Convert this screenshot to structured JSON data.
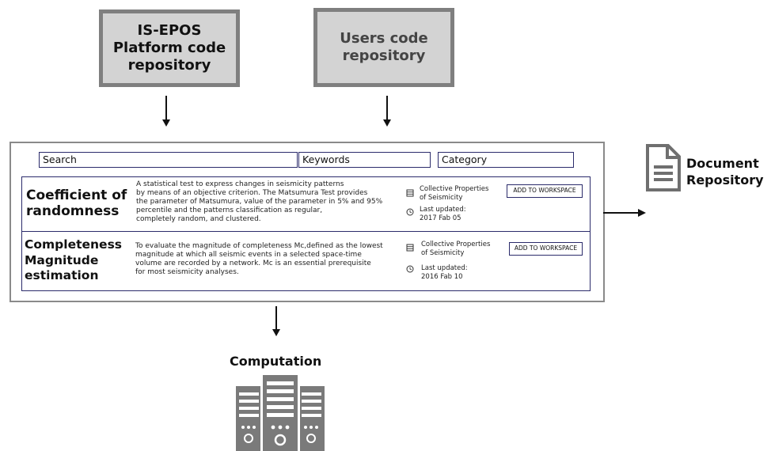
{
  "repositories": {
    "platform": {
      "lines": [
        "IS-EPOS",
        "Platform code",
        "repository"
      ]
    },
    "users": {
      "lines": [
        "Users code",
        "repository"
      ]
    }
  },
  "search_bar": {
    "search": "Search",
    "keywords": "Keywords",
    "category": "Category"
  },
  "cards": [
    {
      "title_lines": [
        "Coefficient of",
        "randomness"
      ],
      "description_lines": [
        "A statistical test to express changes in seismicity patterns",
        "by means of an objective criterion. The Matsumura Test provides",
        "the parameter of Matsumura, value of the parameter in 5% and 95%",
        "percentile and the patterns classification as regular,",
        "completely random, and clustered."
      ],
      "category_lines": [
        "Collective Properties",
        "of Seismicity"
      ],
      "updated_label": "Last updated:",
      "updated_date": "2017 Fab 05",
      "button": "ADD TO WORKSPACE"
    },
    {
      "title_lines": [
        "Completeness",
        "Magnitude",
        "estimation"
      ],
      "description_lines": [
        "To evaluate the magnitude of completeness Mc,defined as the lowest",
        "magnitude at which all seismic events in a selected space-time",
        "volume are recorded by a network. Mc is an essential prerequisite",
        "for most seismicity analyses."
      ],
      "category_lines": [
        "Collective Properties",
        "of Seismicity"
      ],
      "updated_label": "Last updated:",
      "updated_date": "2016 Fab 10",
      "button": "ADD TO WORKSPACE"
    }
  ],
  "document_repository": {
    "lines": [
      "Document",
      "Repository"
    ],
    "icon": "document-icon"
  },
  "computation": {
    "label": "Computation",
    "icon": "server-icon"
  }
}
